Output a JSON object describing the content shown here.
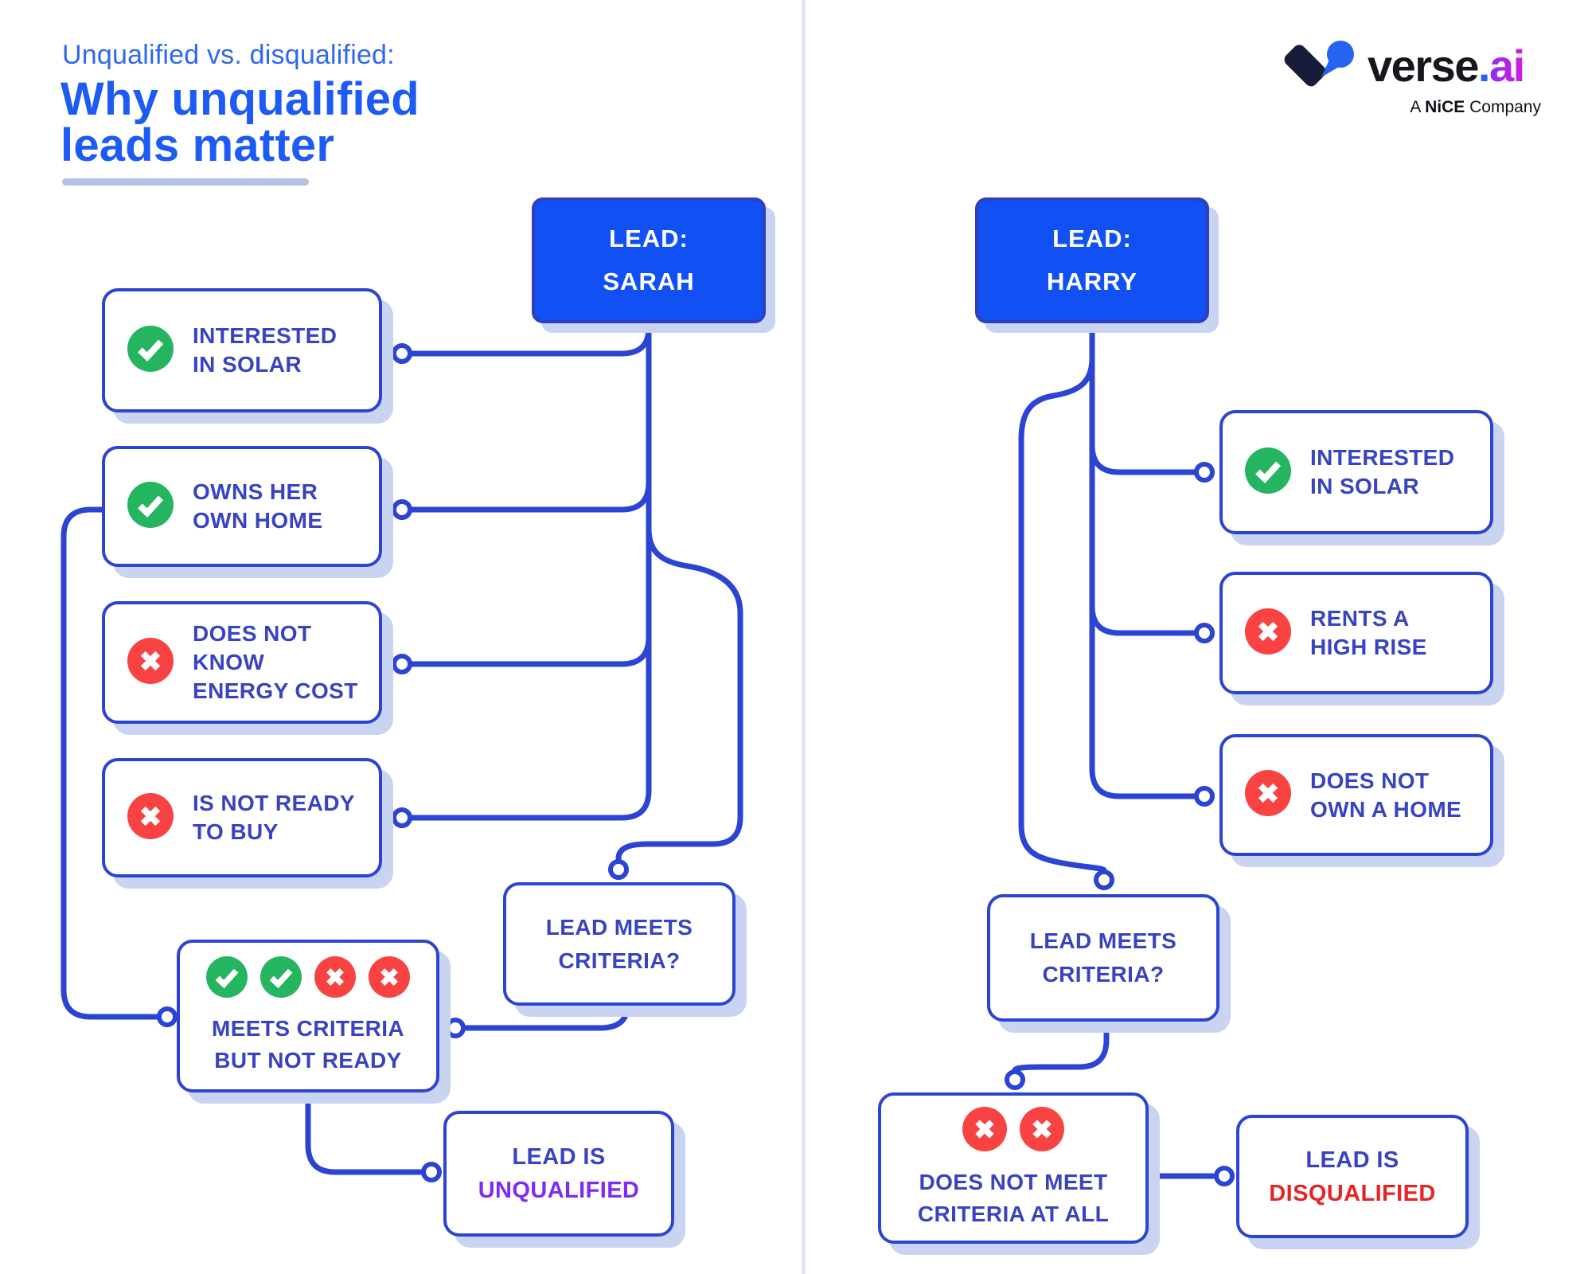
{
  "header": {
    "eyebrow": "Unqualified vs. disqualified:",
    "title_lines": [
      "Why unqualified",
      "leads matter"
    ]
  },
  "logo": {
    "brand": "verse",
    "dot": ".",
    "suffix": "ai",
    "tagline": {
      "a": "A",
      "nice": "NiCE",
      "company": "Company"
    }
  },
  "colors": {
    "lead_box_blue": "#1150f2",
    "wire_blue": "#2b44d4",
    "label_blue": "#3843c2",
    "title_blue": "#1d5bf5",
    "shadow_periwinkle": "#c8d4f2",
    "pass_green": "#25b561",
    "fail_red": "#f94343",
    "unqualified_purple": "#7e2bf5",
    "disqualified_red": "#e42525"
  },
  "sarah": {
    "lead_label": "LEAD:",
    "lead_name": "SARAH",
    "criteria": [
      {
        "status": "pass",
        "lines": [
          "INTERESTED",
          "IN SOLAR"
        ]
      },
      {
        "status": "pass",
        "lines": [
          "OWNS HER",
          "OWN HOME"
        ]
      },
      {
        "status": "fail",
        "lines": [
          "DOES NOT",
          "KNOW",
          "ENERGY COST"
        ]
      },
      {
        "status": "fail",
        "lines": [
          "IS NOT READY",
          "TO BUY"
        ]
      }
    ],
    "question": {
      "lines": [
        "LEAD MEETS",
        "CRITERIA?"
      ]
    },
    "summary": {
      "statuses": [
        "pass",
        "pass",
        "fail",
        "fail"
      ],
      "lines": [
        "MEETS CRITERIA",
        "BUT NOT READY"
      ]
    },
    "result": {
      "prefix": "LEAD IS",
      "verdict": "UNQUALIFIED"
    }
  },
  "harry": {
    "lead_label": "LEAD:",
    "lead_name": "HARRY",
    "criteria": [
      {
        "status": "pass",
        "lines": [
          "INTERESTED",
          "IN SOLAR"
        ]
      },
      {
        "status": "fail",
        "lines": [
          "RENTS A",
          "HIGH RISE"
        ]
      },
      {
        "status": "fail",
        "lines": [
          "DOES NOT",
          "OWN A HOME"
        ]
      }
    ],
    "question": {
      "lines": [
        "LEAD MEETS",
        "CRITERIA?"
      ]
    },
    "summary": {
      "statuses": [
        "fail",
        "fail"
      ],
      "lines": [
        "DOES NOT MEET",
        "CRITERIA AT ALL"
      ]
    },
    "result": {
      "prefix": "LEAD IS",
      "verdict": "DISQUALIFIED"
    }
  }
}
